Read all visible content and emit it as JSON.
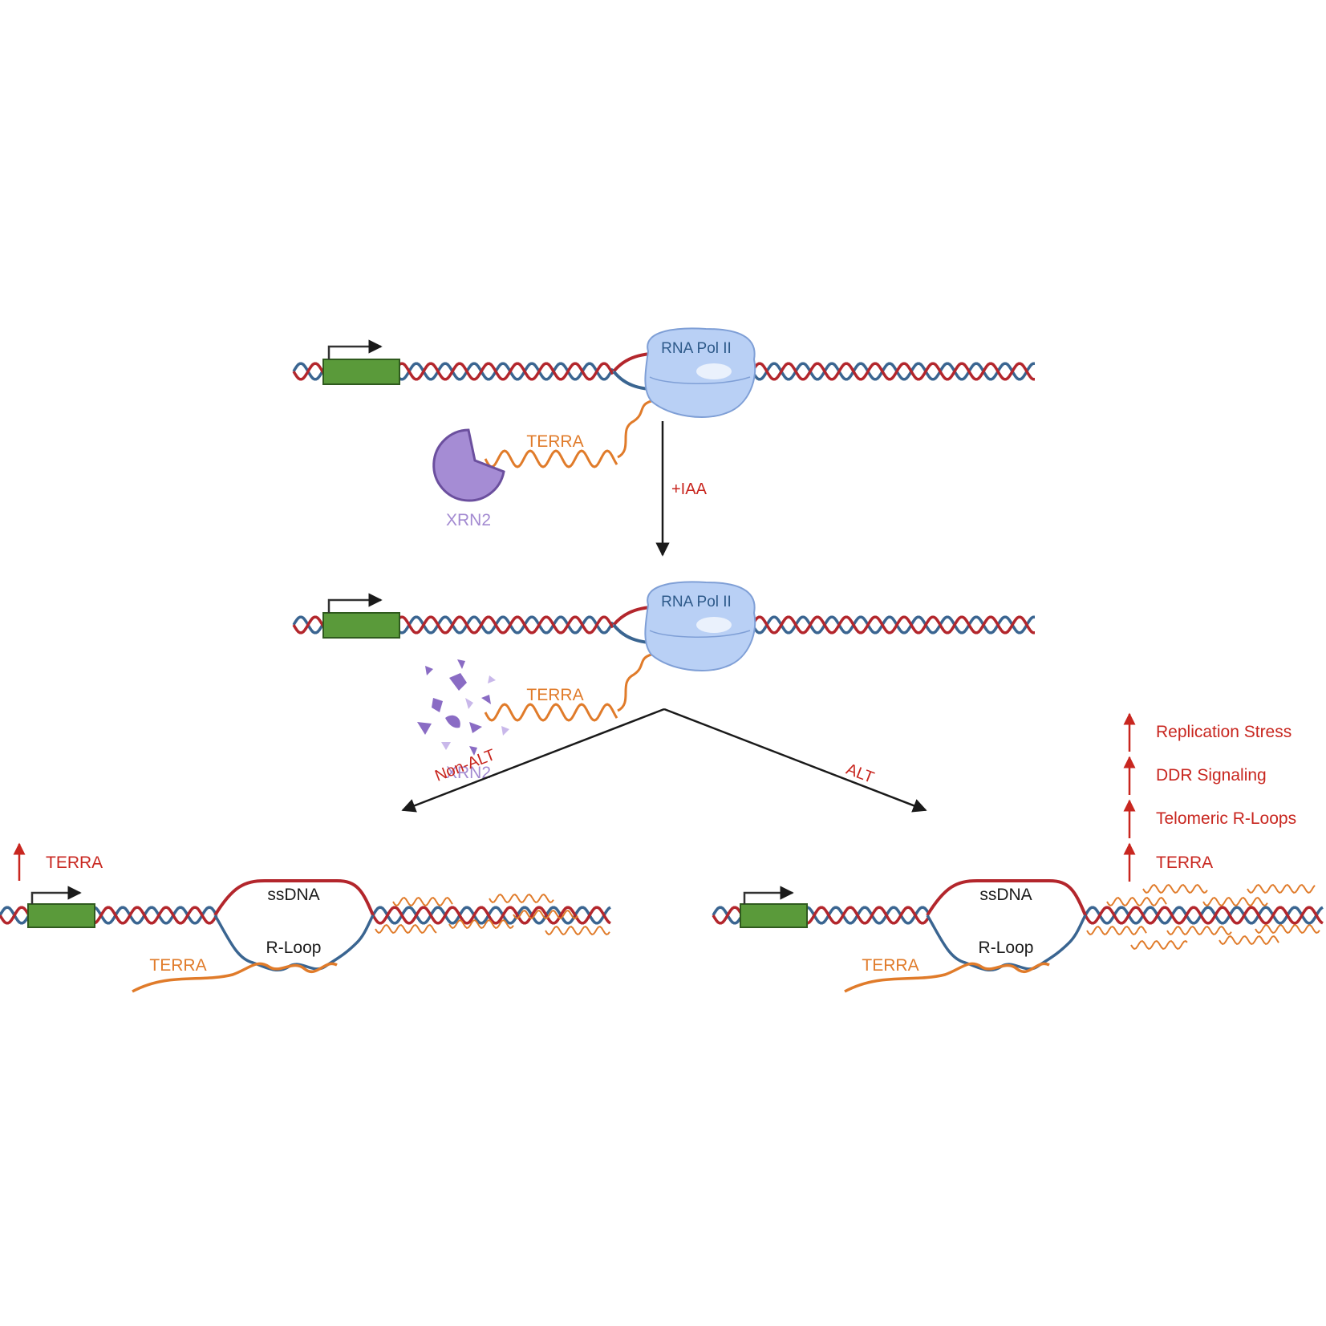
{
  "colors": {
    "dna_red": "#b3262c",
    "dna_blue": "#3a6591",
    "terra_orange": "#e07b2a",
    "promoter_green": "#5a9a3a",
    "pol_blue": "#b9d0f5",
    "xrn2_purple": "#a58cd4",
    "accent_red": "#c8261f"
  },
  "top_panel": {
    "pol_label": "RNA Pol II",
    "terra_label": "TERRA",
    "xrn2_label": "XRN2",
    "treatment_label": "+IAA"
  },
  "middle_panel": {
    "pol_label": "RNA Pol II",
    "terra_label": "TERRA",
    "xrn2_label": "XRN2",
    "left_branch_label": "Non-ALT",
    "right_branch_label": "ALT"
  },
  "bottom_left": {
    "up_label": "TERRA",
    "ssdna_label": "ssDNA",
    "rloop_label": "R-Loop",
    "terra_label": "TERRA"
  },
  "bottom_right": {
    "ssdna_label": "ssDNA",
    "rloop_label": "R-Loop",
    "terra_label": "TERRA",
    "effects": [
      "Replication Stress",
      "DDR Signaling",
      "Telomeric R-Loops",
      "TERRA"
    ]
  }
}
